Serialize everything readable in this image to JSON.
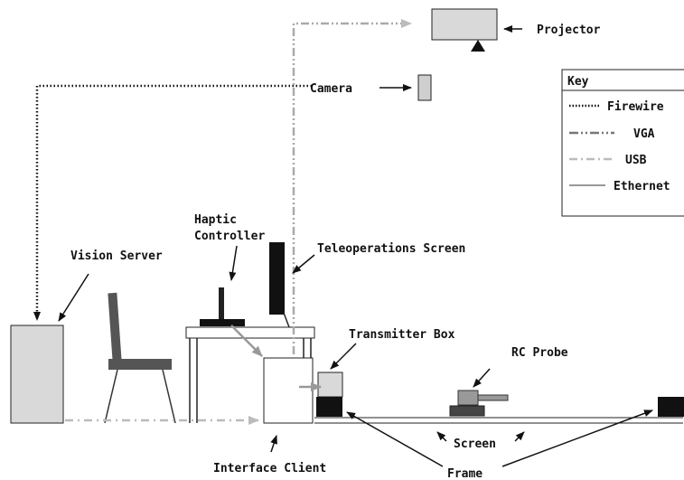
{
  "labels": {
    "projector": "Projector",
    "camera": "Camera",
    "haptic_line1": "Haptic",
    "haptic_line2": "Controller",
    "teleoperations_screen": "Teleoperations Screen",
    "vision_server": "Vision Server",
    "transmitter_box": "Transmitter Box",
    "rc_probe": "RC Probe",
    "screen": "Screen",
    "interface_client": "Interface Client",
    "frame": "Frame"
  },
  "key": {
    "title": "Key",
    "items": [
      {
        "label": "Firewire",
        "style": "dotted",
        "color": "#111111"
      },
      {
        "label": "VGA",
        "style": "dash-dot-dot",
        "color": "#777777"
      },
      {
        "label": "USB",
        "style": "dash-dot",
        "color": "#bbbbbb"
      },
      {
        "label": "Ethernet",
        "style": "solid",
        "color": "#777777"
      }
    ]
  },
  "colors": {
    "firewire": "#111111",
    "vga": "#777777",
    "usb": "#bbbbbb",
    "ethernet": "#777777",
    "device_fill": "#d9d9d9",
    "dark_fill": "#111111",
    "chair": "#555555"
  }
}
